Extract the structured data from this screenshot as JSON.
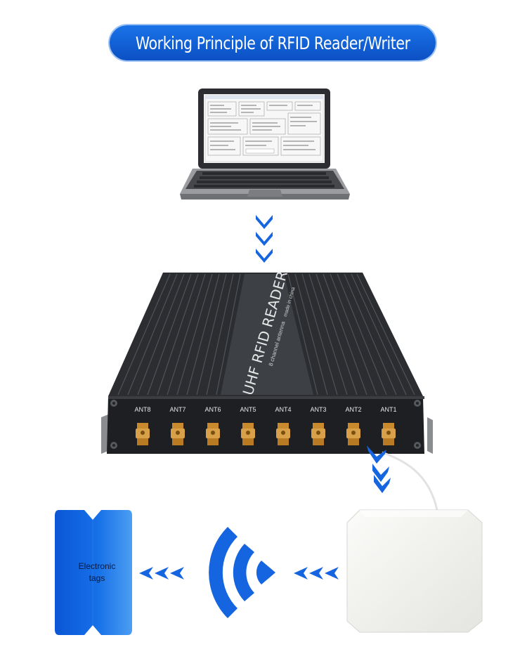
{
  "title": "Working Principle of RFID Reader/Writer",
  "reader": {
    "brand_line1": "UHF  RFID  READER",
    "brand_line2": "8 channel antenna",
    "brand_line3": "made in china",
    "antennas": [
      "ANT8",
      "ANT7",
      "ANT6",
      "ANT5",
      "ANT4",
      "ANT3",
      "ANT2",
      "ANT1"
    ]
  },
  "tags": {
    "label_line1": "Electronic",
    "label_line2": "tags"
  },
  "colors": {
    "accent": "#1565e0",
    "title_bg": "#0b50c4",
    "device": "#3a3d41",
    "antenna_panel": "#f1f1ee",
    "connector": "#c98a2e"
  }
}
